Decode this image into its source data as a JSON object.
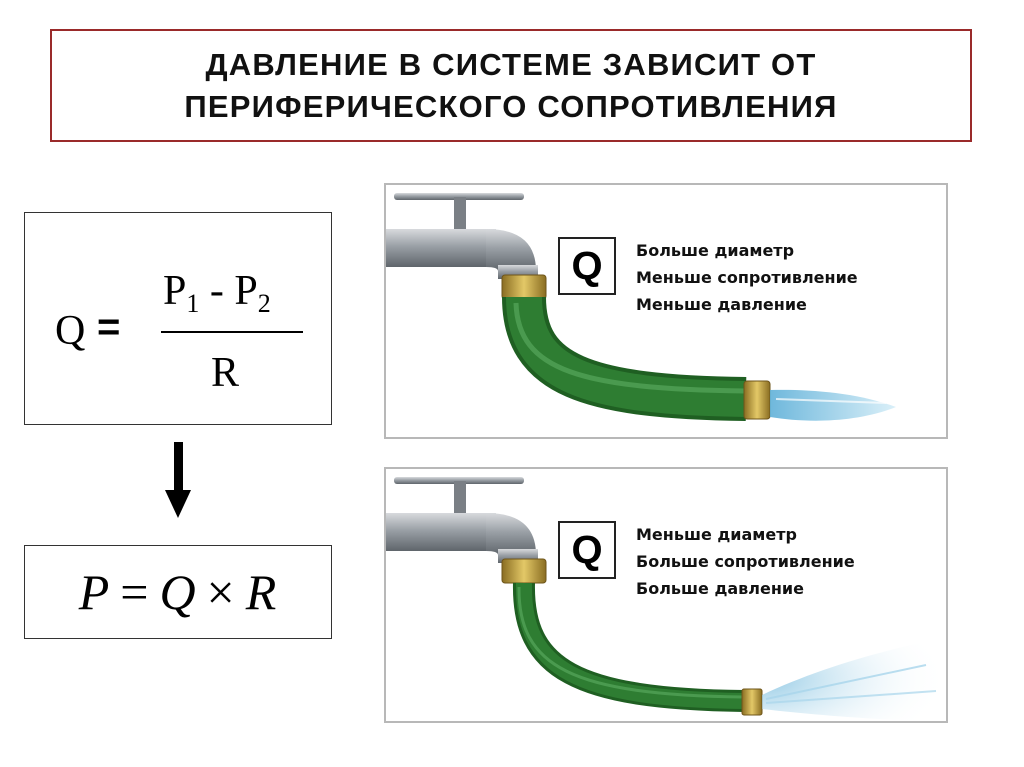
{
  "title": {
    "line1": "ДАВЛЕНИЕ В СИСТЕМЕ ЗАВИСИТ ОТ",
    "line2": "ПЕРИФЕРИЧЕСКОГО СОПРОТИВЛЕНИЯ"
  },
  "formula1": {
    "lhs": "Q",
    "equals": "=",
    "p1": "P",
    "p1_sub": "1",
    "minus": " - ",
    "p2": "P",
    "p2_sub": "2",
    "denominator": "R"
  },
  "formula2": {
    "p": "P",
    "equals": "=",
    "q": "Q",
    "times": "×",
    "r": "R"
  },
  "panels": [
    {
      "badge": "Q",
      "lines": [
        "Больше диаметр",
        "Меньше сопротивление",
        "Меньше давление"
      ]
    },
    {
      "badge": "Q",
      "lines": [
        "Меньше диаметр",
        "Больше сопротивление",
        "Больше давление"
      ]
    }
  ],
  "colors": {
    "title_border": "#9a2a2a",
    "hose": "#2e7d32",
    "brass": "#c8a84a",
    "water": "#8ecbe6",
    "metal": "#9aa0a6"
  }
}
